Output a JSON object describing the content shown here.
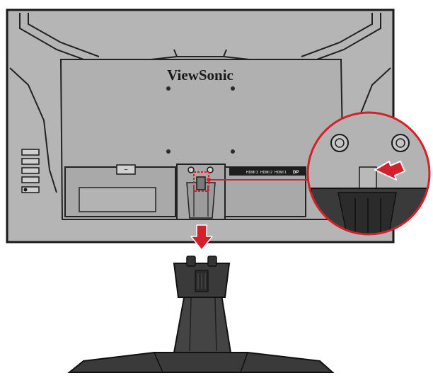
{
  "brand": "ViewSonic",
  "ports": {
    "hdmi3": "HDMI 3",
    "hdmi2": "HDMI 2",
    "hdmi1": "HDMI 1",
    "dp": "DP"
  },
  "power_symbol": "~",
  "colors": {
    "monitor_back": "#b5b5b5",
    "monitor_outline": "#1a1a1a",
    "stand": "#3a3a3a",
    "accent_red": "#d4202a",
    "white": "#ffffff"
  },
  "icons": [
    "arrow-down-icon",
    "arrow-left-icon",
    "zoom-callout"
  ]
}
